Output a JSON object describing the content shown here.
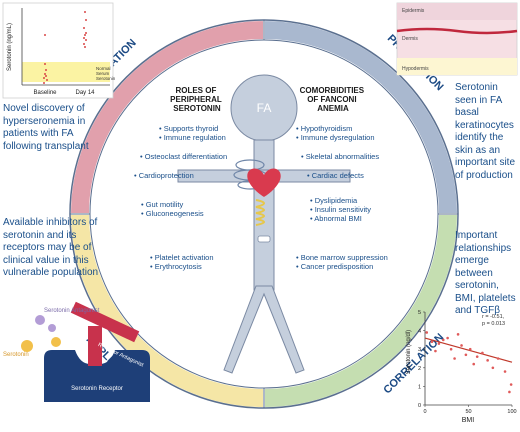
{
  "ring": {
    "elevation": "ELEVATION",
    "production": "PRODUCTION",
    "application": "APPLICATION",
    "correlation": "CORRELATION"
  },
  "figure": {
    "head_label": "FA",
    "left_title": [
      "ROLES OF",
      "PERIPHERAL",
      "SEROTONIN"
    ],
    "right_title": [
      "COMORBIDITIES",
      "OF FANCONI",
      "ANEMIA"
    ],
    "left_items": {
      "thyroid": "• Supports thyroid",
      "immune": "• Immune regulation",
      "osteoclast": "• Osteoclast differentiation",
      "cardio": "• Cardioprotection",
      "gut": "• Gut motility",
      "gluco": "• Gluconeogenesis",
      "platelet": "• Platelet activation",
      "erythro": "• Erythrocytosis"
    },
    "right_items": {
      "hypo": "• Hypothyroidism",
      "immune_dys": "• Immune dysregulation",
      "skeletal": "• Skeletal abnormalities",
      "cardiac": "• Cardiac defects",
      "dyslipidemia": "• Dyslipidemia",
      "insulin": "• Insulin sensitivity",
      "bmi": "• Abnormal BMI",
      "marrow": "• Bone marrow  suppression",
      "cancer": "• Cancer predisposition"
    }
  },
  "side_notes": {
    "top_left": "Novel discovery of hyperseronemia in patients with FA following transplant",
    "top_right": "Serotonin seen in FA basal keratinocytes identify the skin as an important site of production",
    "bottom_left": "Available inhibitors of serotonin and its receptors may be of clinical value in this vulnerable population",
    "bottom_right": "Important relationships emerge between serotonin, BMI, platelets and TGFβ"
  },
  "inset_top_left": {
    "ylabel": "Serotonin (ng/mL)",
    "x_labels": [
      "Baseline",
      "Day 14"
    ],
    "band_label": [
      "Normal",
      "Serum",
      "Serotonin"
    ]
  },
  "inset_skin": {
    "layers": [
      "Epidermis",
      "Dermis",
      "Hypodermis"
    ]
  },
  "inset_receptor": {
    "antagonist_label": "Serotonin Antagonist",
    "serotonin_label": "Serotonin",
    "receptor_antagonist_label": "Receptor Antagonist",
    "receptor_label": "Serotonin Receptor"
  },
  "chart_data": {
    "type": "scatter",
    "xlabel": "BMI",
    "ylabel": "Serotonin (ng/dl)",
    "xlim": [
      0,
      100
    ],
    "ylim": [
      0,
      5
    ],
    "xticks": [
      "0",
      "50",
      "100"
    ],
    "yticks": [
      "0",
      "1",
      "2",
      "3",
      "4",
      "5"
    ],
    "annotation": [
      "r = -0.51,",
      "p = 0.013"
    ],
    "x": [
      2,
      8,
      12,
      16,
      21,
      26,
      30,
      34,
      38,
      42,
      47,
      52,
      56,
      60,
      66,
      72,
      78,
      84,
      92,
      97,
      99
    ],
    "y": [
      3.9,
      3.4,
      2.9,
      3.3,
      3.5,
      3.6,
      3.0,
      2.5,
      3.8,
      3.2,
      2.7,
      3.0,
      2.2,
      2.6,
      2.8,
      2.4,
      2.0,
      2.5,
      1.8,
      0.7,
      1.1
    ],
    "trend": [
      [
        0,
        3.6
      ],
      [
        100,
        2.3
      ]
    ],
    "colors": {
      "points": "#e05a5a",
      "trend": "#c0392b"
    }
  },
  "colors": {
    "elevation": "#e1a0ac",
    "production": "#a9b8cf",
    "application": "#f5e6a6",
    "correlation": "#c5deb1",
    "ring_text": "#1c4a84",
    "body": "#c5cfdd",
    "heart": "#d93a4e",
    "text": "#1a4f8a"
  }
}
